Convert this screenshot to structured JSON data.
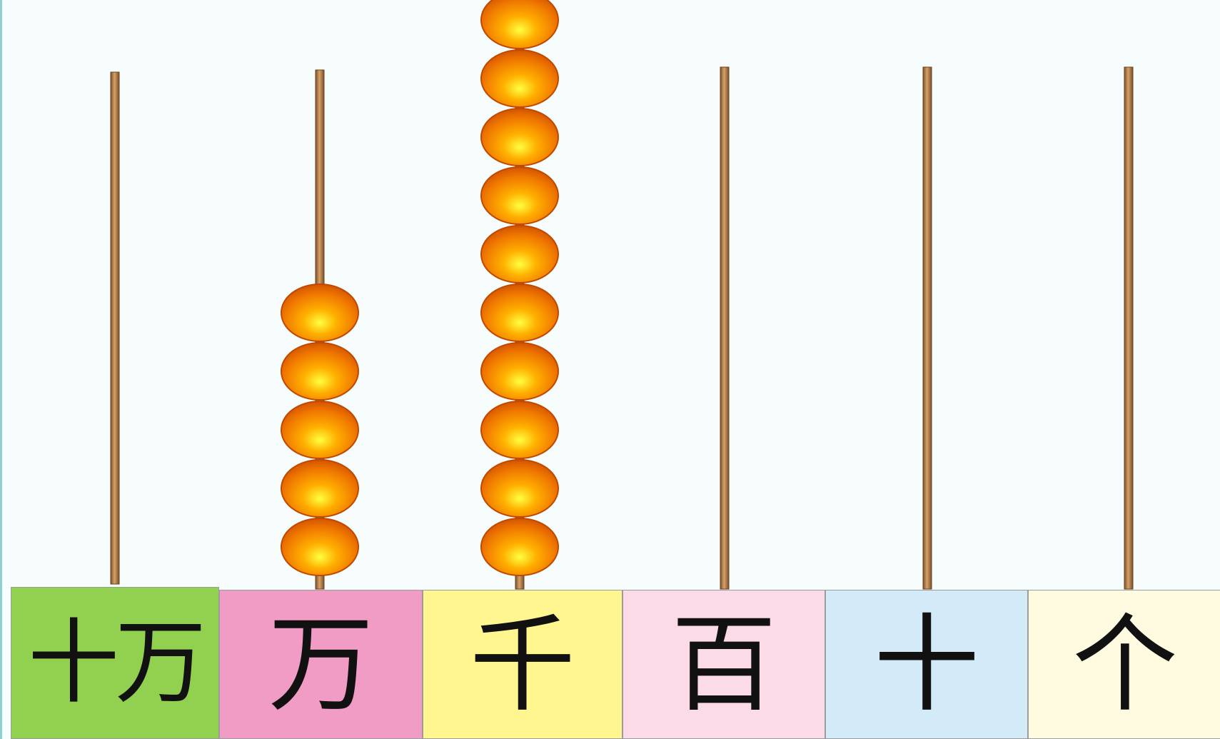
{
  "abacus": {
    "rods": [
      {
        "place": "十万",
        "beads": 0,
        "label_color": "#92d050"
      },
      {
        "place": "万",
        "beads": 5,
        "label_color": "#f09cc4"
      },
      {
        "place": "千",
        "beads": 10,
        "label_color": "#fff68f"
      },
      {
        "place": "百",
        "beads": 0,
        "label_color": "#fbdbe8"
      },
      {
        "place": "十",
        "beads": 0,
        "label_color": "#d3eaf8"
      },
      {
        "place": "个",
        "beads": 0,
        "label_color": "#fffbe0"
      }
    ],
    "colors": {
      "bead_center": "#ffff33",
      "bead_mid": "#ff9a00",
      "bead_edge": "#d35400",
      "rod": "#a87748",
      "background": "#f7fdfc"
    }
  }
}
